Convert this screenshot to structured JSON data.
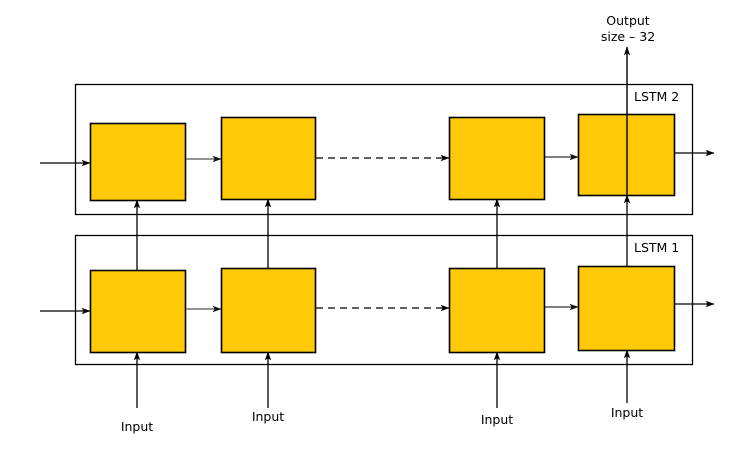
{
  "diagram": {
    "type": "stacked-lstm-architecture",
    "colors": {
      "cell_fill": "#FFC907",
      "stroke": "#000000",
      "background": "#FFFFFF",
      "connector_gray": "#555555"
    },
    "output": {
      "line1": "Output",
      "line2": "size – 32"
    },
    "layers": [
      {
        "id": "lstm2",
        "label": "LSTM 2",
        "cells": 4,
        "position": "top"
      },
      {
        "id": "lstm1",
        "label": "LSTM 1",
        "cells": 4,
        "position": "bottom"
      }
    ],
    "inputs": [
      {
        "label": "Input"
      },
      {
        "label": "Input"
      },
      {
        "label": "Input"
      },
      {
        "label": "Input"
      }
    ],
    "connectors": {
      "solid": "solid-arrow",
      "dashed": "dashed-arrow-ellipsis"
    }
  }
}
